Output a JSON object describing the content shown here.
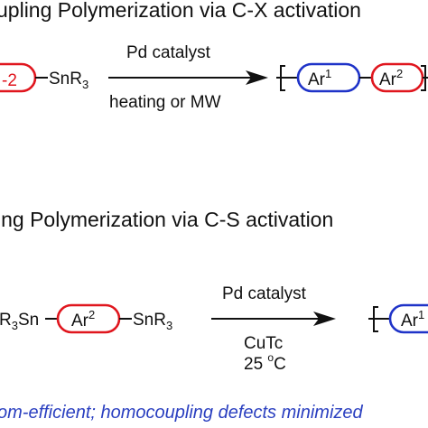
{
  "scheme1": {
    "title": "upling Polymerization via C-X activation",
    "left_ring": "-2",
    "left_group": "SnR",
    "left_group_sub": "3",
    "arrow_top": "Pd catalyst",
    "arrow_bottom": "heating or MW",
    "product_ring1": "Ar",
    "product_ring1_sup": "1",
    "product_ring2": "Ar",
    "product_ring2_sup": "2"
  },
  "scheme2": {
    "title": "ing Polymerization via C-S activation",
    "left_group": "R",
    "left_group_sub": "3",
    "left_group_tail": "Sn",
    "ring": "Ar",
    "ring_sup": "2",
    "right_group": "SnR",
    "right_group_sub": "3",
    "arrow_top": "Pd catalyst",
    "arrow_bottom1": "CuTc",
    "arrow_bottom2_num": "25 ",
    "arrow_bottom2_sup": "o",
    "arrow_bottom2_unit": "C",
    "product_ring": "Ar",
    "product_ring_sup": "1"
  },
  "footer": {
    "text": "om-efficient; homocoupling defects minimized"
  },
  "colors": {
    "blue": "#1f33c8",
    "red": "#e0161e",
    "footer_blue": "#2a3fc0"
  }
}
